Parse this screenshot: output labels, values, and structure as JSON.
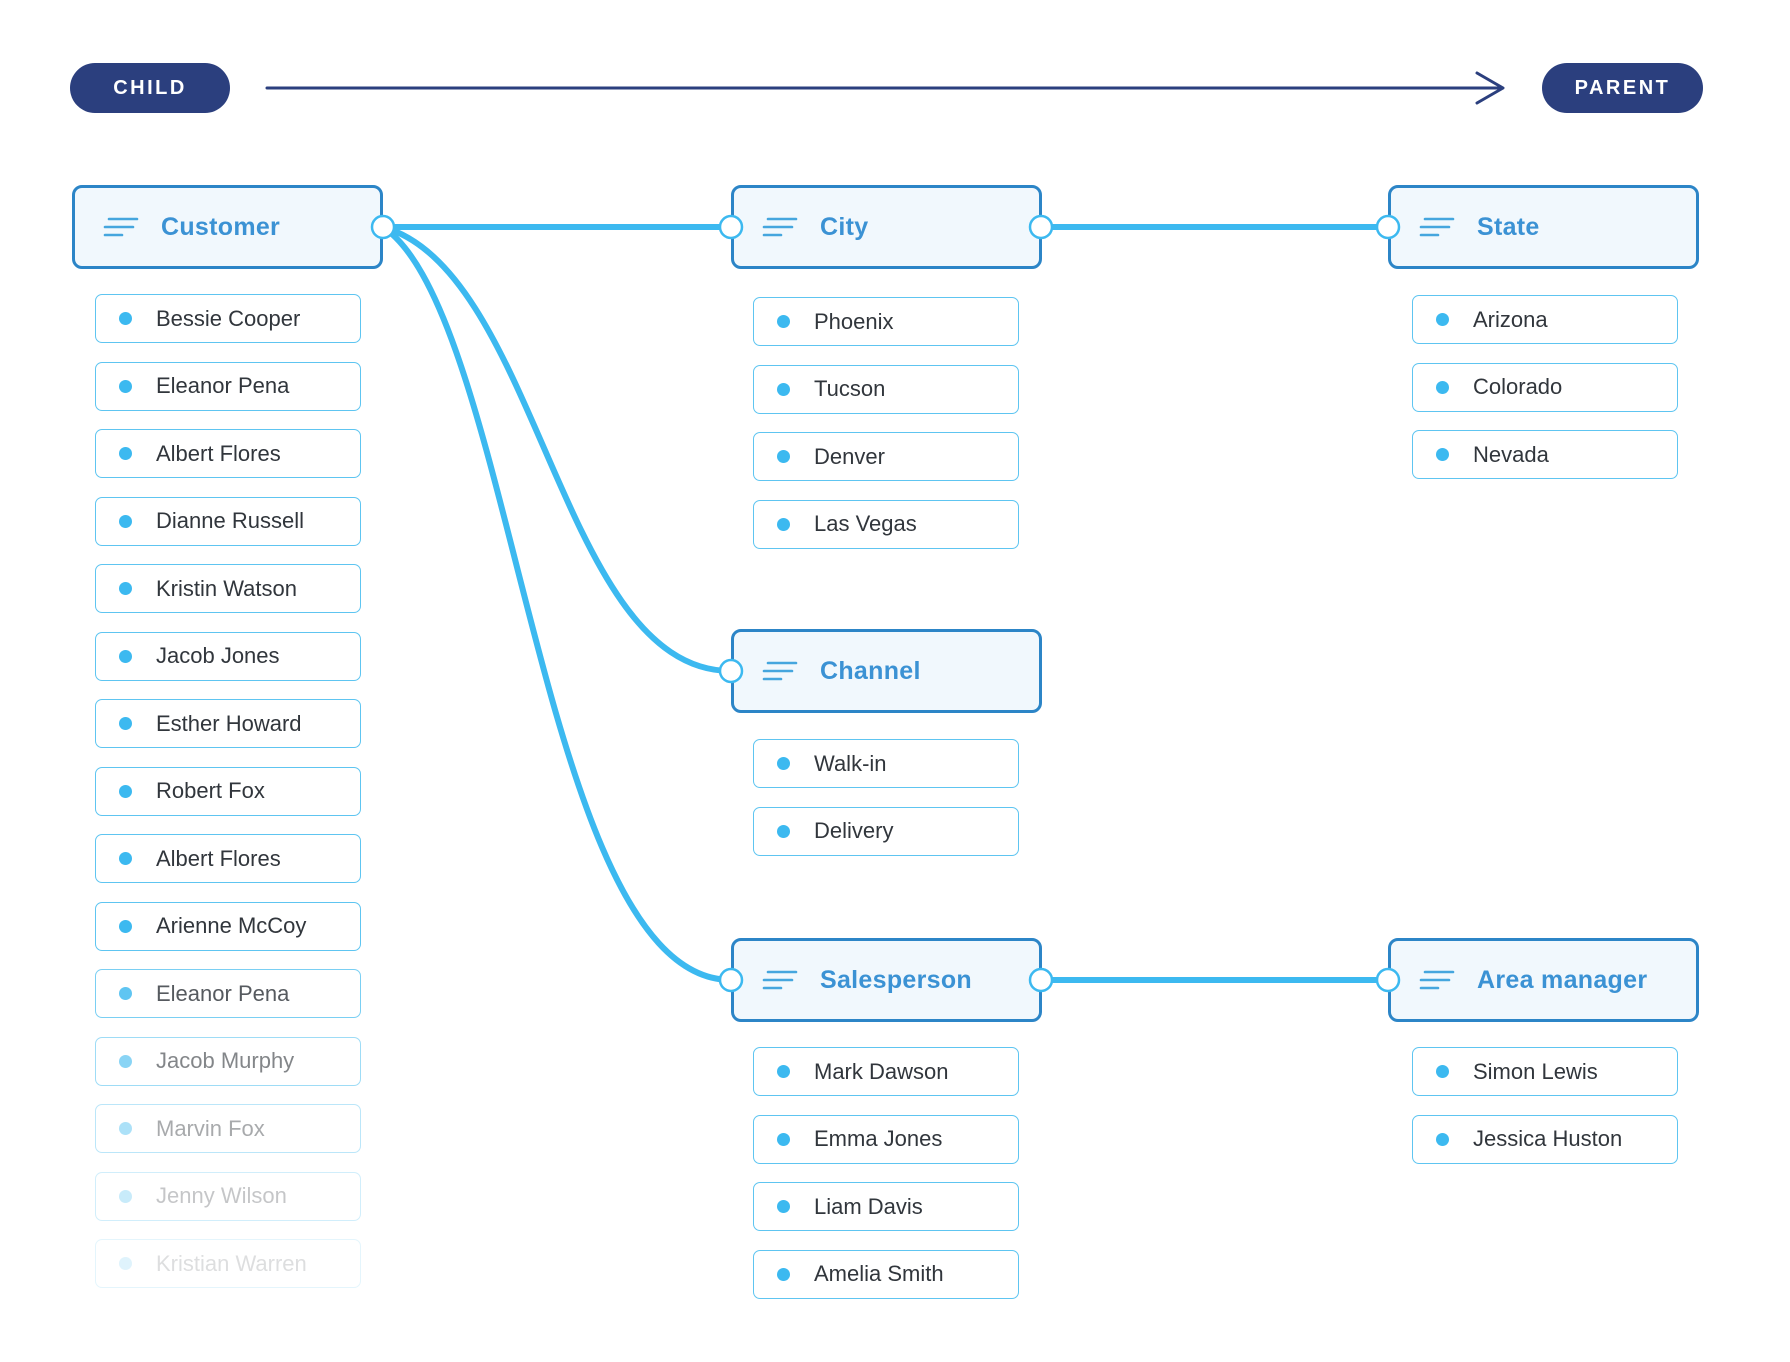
{
  "legend": {
    "child": "CHILD",
    "parent": "PARENT"
  },
  "colors": {
    "navy": "#2b3f7e",
    "connector_blue": "#3cb9f0",
    "header_border": "#2c85c7",
    "header_text": "#3b92d4",
    "header_background": "#f1f8fd",
    "item_border": "#5ec5f1",
    "item_text": "#31363c",
    "bullet": "#3cb9f0"
  },
  "groups": [
    {
      "id": "customer",
      "label": "Customer",
      "items": [
        {
          "label": "Bessie Cooper"
        },
        {
          "label": "Eleanor Pena"
        },
        {
          "label": "Albert Flores"
        },
        {
          "label": "Dianne Russell"
        },
        {
          "label": "Kristin Watson"
        },
        {
          "label": "Jacob Jones"
        },
        {
          "label": "Esther Howard"
        },
        {
          "label": "Robert Fox"
        },
        {
          "label": "Albert Flores"
        },
        {
          "label": "Arienne McCoy"
        },
        {
          "label": "Eleanor Pena"
        },
        {
          "label": "Jacob Murphy"
        },
        {
          "label": "Marvin Fox"
        },
        {
          "label": "Jenny Wilson"
        },
        {
          "label": "Kristian Warren"
        }
      ]
    },
    {
      "id": "city",
      "label": "City",
      "items": [
        {
          "label": "Phoenix"
        },
        {
          "label": "Tucson"
        },
        {
          "label": "Denver"
        },
        {
          "label": "Las Vegas"
        }
      ]
    },
    {
      "id": "state",
      "label": "State",
      "items": [
        {
          "label": "Arizona"
        },
        {
          "label": "Colorado"
        },
        {
          "label": "Nevada"
        }
      ]
    },
    {
      "id": "channel",
      "label": "Channel",
      "items": [
        {
          "label": "Walk-in"
        },
        {
          "label": "Delivery"
        }
      ]
    },
    {
      "id": "salesperson",
      "label": "Salesperson",
      "items": [
        {
          "label": "Mark Dawson"
        },
        {
          "label": "Emma Jones"
        },
        {
          "label": "Liam Davis"
        },
        {
          "label": "Amelia Smith"
        }
      ]
    },
    {
      "id": "area_manager",
      "label": "Area manager",
      "items": [
        {
          "label": "Simon Lewis"
        },
        {
          "label": "Jessica Huston"
        }
      ]
    }
  ],
  "relations": [
    {
      "child": "Customer",
      "parent": "City"
    },
    {
      "child": "Customer",
      "parent": "Channel"
    },
    {
      "child": "Customer",
      "parent": "Salesperson"
    },
    {
      "child": "City",
      "parent": "State"
    },
    {
      "child": "Salesperson",
      "parent": "Area manager"
    }
  ]
}
